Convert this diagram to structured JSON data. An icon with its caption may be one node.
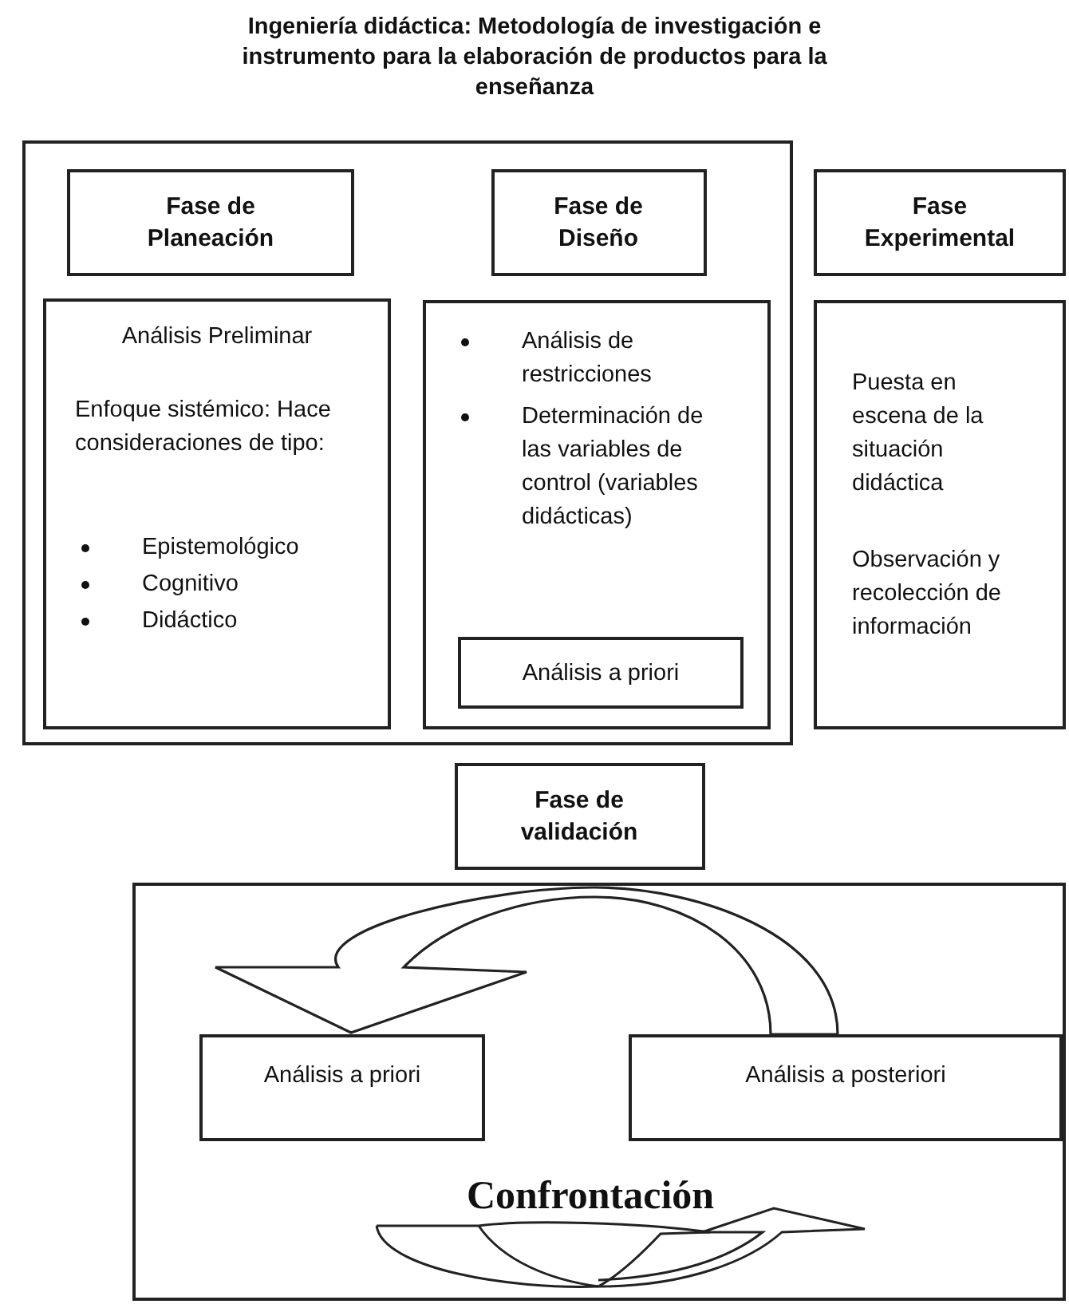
{
  "diagram": {
    "title": "Ingeniería didáctica: Metodología de investigación e instrumento para la elaboración de productos para la enseñanza",
    "nodes": [
      {
        "text": [],
        "shape": "box"
      },
      {
        "text": [
          "Fase de Planeación"
        ],
        "in": 0
      },
      {
        "text": [
          "Fase de Diseño"
        ],
        "in": 0
      },
      {
        "text": [
          "Análisis Preliminar",
          "Enfoque sistémico: Hace consideraciones de tipo:",
          "Epistemológico",
          "Cognitivo",
          "Didáctico"
        ],
        "in": 0
      },
      {
        "text": [
          "Análisis de restricciones",
          "Determinación de las variables de control (variables didácticas)"
        ],
        "in": 0
      },
      {
        "text": [
          "Análisis a priori"
        ],
        "in": 4
      },
      {
        "text": [
          "Fase Experimental"
        ]
      },
      {
        "text": [
          "Puesta en escena de la situación didáctica",
          "Observación y recolección de información"
        ]
      },
      {
        "text": [
          "Fase de validación"
        ]
      },
      {
        "text": [],
        "shape": "box"
      },
      {
        "text": [
          "Análisis a priori"
        ],
        "in": 9
      },
      {
        "text": [
          "Análisis a posteriori"
        ],
        "in": 9
      }
    ],
    "edges": [
      {
        "from": 11,
        "to": 10,
        "arrow": "to"
      }
    ],
    "labels": [
      "Confrontación"
    ]
  }
}
